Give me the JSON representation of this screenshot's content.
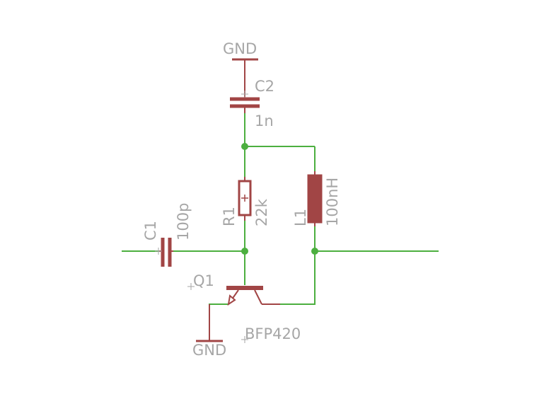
{
  "colors": {
    "background": "#ffffff",
    "wire": "#4caf3f",
    "symbol": "#a14545",
    "text": "#a6a6a6",
    "junction": "#4caf3f"
  },
  "labels": {
    "gnd_top": "GND",
    "c2_name": "C2",
    "c2_value": "1n",
    "r1_name": "R1",
    "r1_value": "22k",
    "l1_name": "L1",
    "l1_value": "100nH",
    "c1_name": "C1",
    "c1_value": "100p",
    "q1_name": "Q1",
    "q1_value": "BFP420",
    "gnd_bottom": "GND"
  }
}
